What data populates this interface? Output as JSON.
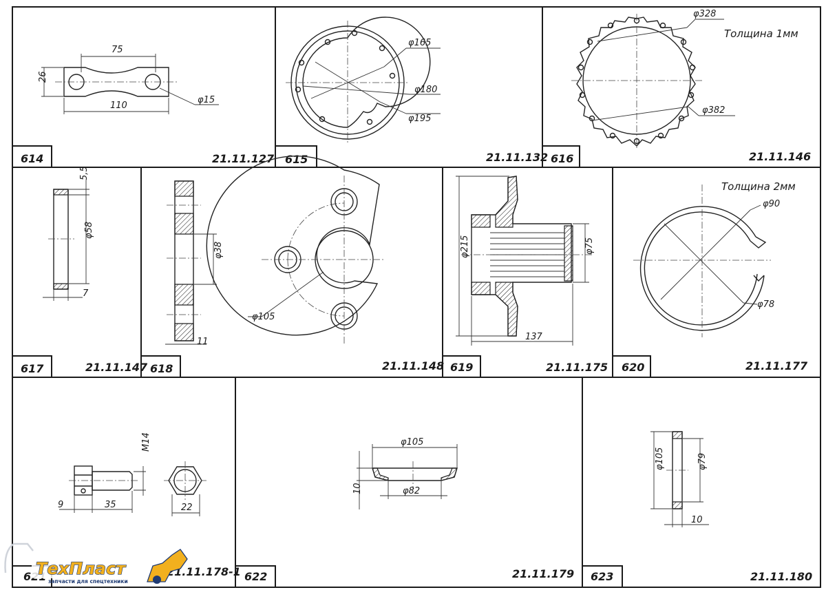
{
  "panels": [
    {
      "number": "614",
      "code": "21.11.127"
    },
    {
      "number": "615",
      "code": "21.11.132"
    },
    {
      "number": "616",
      "code": "21.11.146"
    },
    {
      "number": "617",
      "code": "21.11.147"
    },
    {
      "number": "618",
      "code": ""
    },
    {
      "number": "",
      "code": "21.11.148"
    },
    {
      "number": "619",
      "code": "21.11.175"
    },
    {
      "number": "620",
      "code": "21.11.177"
    },
    {
      "number": "621",
      "code": "21.11.178-1"
    },
    {
      "number": "622",
      "code": "21.11.179"
    },
    {
      "number": "623",
      "code": "21.11.180"
    }
  ],
  "dims": {
    "d614": [
      "75",
      "26",
      "110",
      "φ15"
    ],
    "d615": [
      "φ165",
      "φ180",
      "φ195"
    ],
    "d616": [
      "φ328",
      "φ382"
    ],
    "d617": [
      "5,5",
      "φ58",
      "7"
    ],
    "d618": [
      "φ38",
      "11",
      "φ105"
    ],
    "d619": [
      "φ215",
      "φ75",
      "137"
    ],
    "d620": [
      "φ90",
      "φ78"
    ],
    "d621": [
      "M14",
      "9",
      "35",
      "22"
    ],
    "d622": [
      "φ105",
      "φ82",
      "10"
    ],
    "d623": [
      "φ105",
      "φ79",
      "10"
    ]
  },
  "notes": {
    "thickness_616": "Толщина 1мм",
    "thickness_620": "Толщина 2мм"
  },
  "logo": {
    "brand": "ТехПласт",
    "tagline": "запчасти для спецтехники",
    "colors": {
      "yellow": "#f2b01e",
      "navy": "#1f3b73"
    }
  }
}
